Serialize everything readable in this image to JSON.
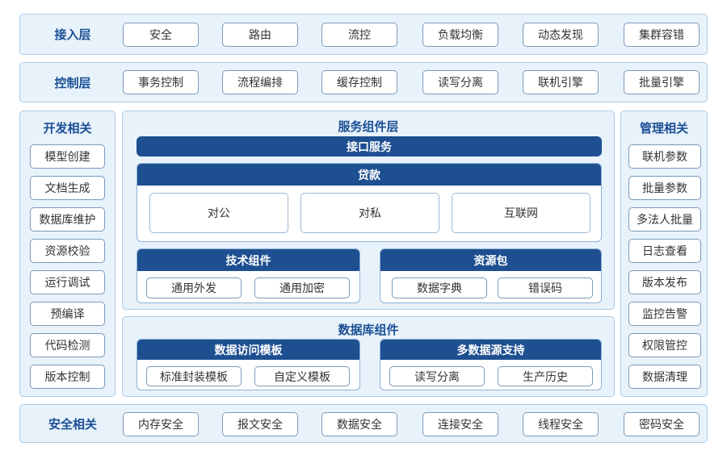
{
  "access_layer": {
    "title": "接入层",
    "items": [
      "安全",
      "路由",
      "流控",
      "负载均衡",
      "动态发现",
      "集群容错"
    ]
  },
  "control_layer": {
    "title": "控制层",
    "items": [
      "事务控制",
      "流程编排",
      "缓存控制",
      "读写分离",
      "联机引擎",
      "批量引擎"
    ]
  },
  "dev": {
    "title": "开发相关",
    "items": [
      "模型创建",
      "文档生成",
      "数据库维护",
      "资源校验",
      "运行调试",
      "预编译",
      "代码检测",
      "版本控制"
    ]
  },
  "mgmt": {
    "title": "管理相关",
    "items": [
      "联机参数",
      "批量参数",
      "多法人批量",
      "日志查看",
      "版本发布",
      "监控告警",
      "权限管控",
      "数据清理"
    ]
  },
  "service_layer": {
    "title": "服务组件层",
    "interface_bar": "接口服务",
    "loan": {
      "title": "贷款",
      "items": [
        "对公",
        "对私",
        "互联网"
      ]
    },
    "tech": {
      "title": "技术组件",
      "items": [
        "通用外发",
        "通用加密"
      ]
    },
    "resource": {
      "title": "资源包",
      "items": [
        "数据字典",
        "错误码"
      ]
    }
  },
  "db_layer": {
    "title": "数据库组件",
    "access_template": {
      "title": "数据访问模板",
      "items": [
        "标准封装模板",
        "自定义模板"
      ]
    },
    "multi_source": {
      "title": "多数据源支持",
      "items": [
        "读写分离",
        "生产历史"
      ]
    }
  },
  "security": {
    "title": "安全相关",
    "items": [
      "内存安全",
      "报文安全",
      "数据安全",
      "连接安全",
      "线程安全",
      "密码安全"
    ]
  }
}
